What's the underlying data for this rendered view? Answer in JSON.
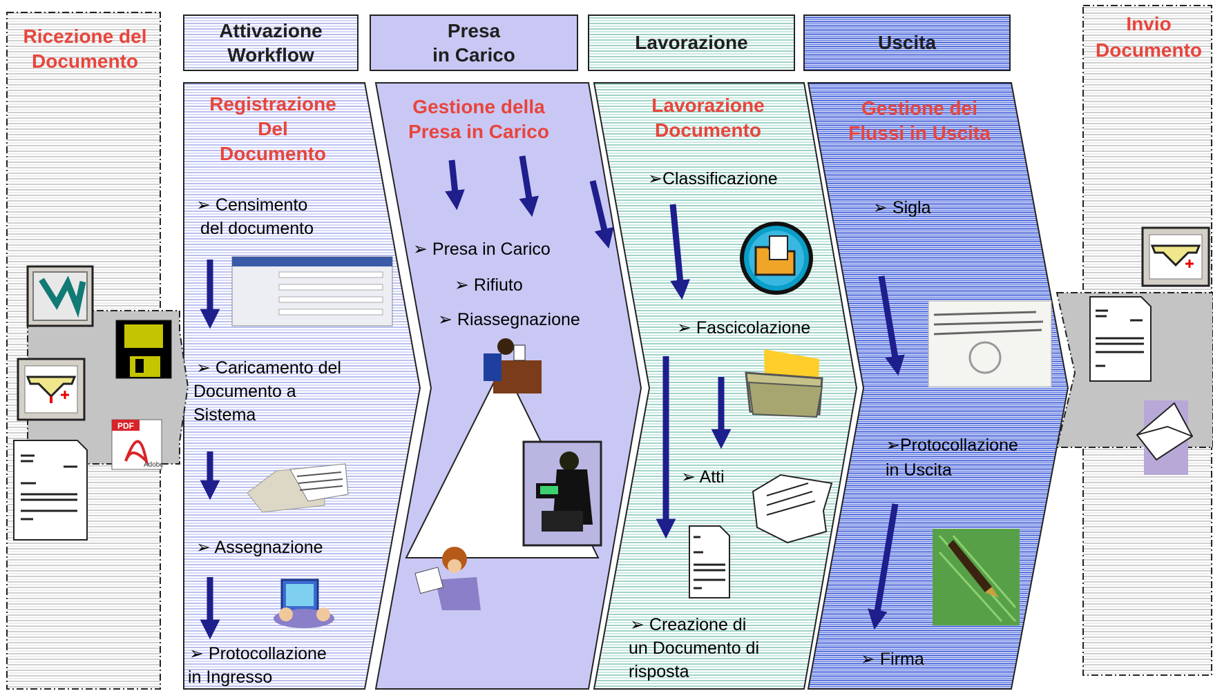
{
  "colors": {
    "stripe_blue": "#b8bef0",
    "stripe_blue_dense": "#3b57d6",
    "stripe_teal": "#9fd3c7",
    "lavender": "#c9c8f4",
    "red_title": "#e8453c",
    "arrow": "#1e1e8c",
    "gray_arrow": "#c4c4c4"
  },
  "side_left": {
    "title_line1": "Ricezione del",
    "title_line2": "Documento"
  },
  "side_right": {
    "title_line1": "Invio",
    "title_line2": "Documento"
  },
  "headers": [
    {
      "line1": "Attivazione",
      "line2": "Workflow"
    },
    {
      "line1": "Presa",
      "line2": "in Carico"
    },
    {
      "line1": "Lavorazione",
      "line2": ""
    },
    {
      "line1": "Uscita",
      "line2": ""
    }
  ],
  "phases": [
    {
      "title": [
        "Registrazione",
        "Del",
        "Documento"
      ],
      "items": [
        [
          "➢ Censimento",
          "del documento"
        ],
        [
          "➢ Caricamento del",
          "Documento a",
          "Sistema"
        ],
        [
          "➢ Assegnazione"
        ],
        [
          "➢ Protocollazione",
          "in Ingresso"
        ]
      ]
    },
    {
      "title": [
        "Gestione della",
        "Presa in Carico"
      ],
      "items": [
        [
          "➢ Presa in Carico"
        ],
        [
          "➢ Rifiuto"
        ],
        [
          "➢ Riassegnazione"
        ]
      ]
    },
    {
      "title": [
        "Lavorazione",
        "Documento"
      ],
      "items": [
        [
          "➢Classificazione"
        ],
        [
          "➢ Fascicolazione"
        ],
        [
          "➢ Atti"
        ],
        [
          "➢ Creazione di",
          "un Documento di",
          "risposta"
        ]
      ]
    },
    {
      "title": [
        "Gestione dei",
        "Flussi in Uscita"
      ],
      "items": [
        [
          "➢ Sigla"
        ],
        [
          "➢Protocollazione",
          "in Uscita"
        ],
        [
          "➢ Firma"
        ]
      ]
    }
  ],
  "icons": [
    "word-document-icon",
    "floppy-disk-icon",
    "mail-inbox-icon",
    "pdf-icon",
    "paper-document-icon",
    "form-screenshot-icon",
    "scanner-icon",
    "computer-user-icon",
    "office-worker-icon",
    "laptop-worker-icon",
    "woman-reading-icon",
    "open-folder-icon",
    "folder-icon",
    "printer-icon",
    "document-icon",
    "stamp-document-icon",
    "fountain-pen-icon",
    "envelope-icon"
  ],
  "pdf_label": "PDF",
  "adobe_label": "Adobe",
  "word_letter": "W"
}
